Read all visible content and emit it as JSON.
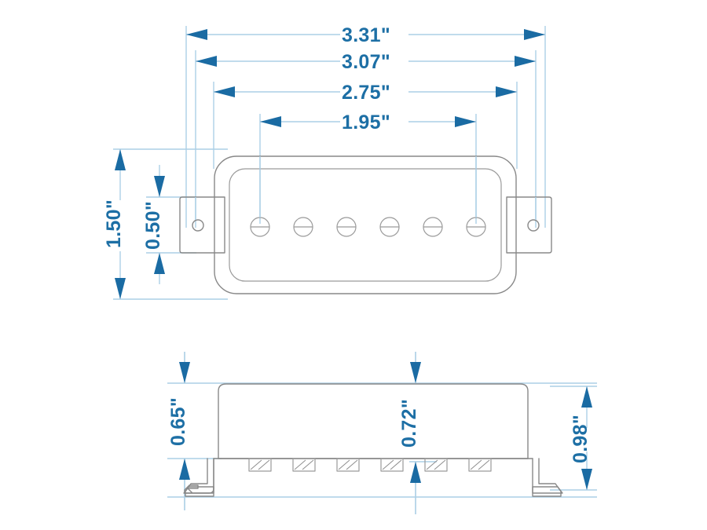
{
  "drawing": {
    "title": "Humbucker Pickup Cover Dimensional Drawing",
    "units": "inches",
    "colors": {
      "dimension_text": "#1d6fa5",
      "arrow": "#1a6ba3",
      "extension_line": "#accfe6",
      "part_outline": "#888888",
      "background": "#ffffff"
    },
    "views": [
      {
        "name": "top-view",
        "label": ""
      },
      {
        "name": "side-view",
        "label": ""
      }
    ],
    "dimensions": {
      "overall_width": "3.31\"",
      "mounting_hole_span": "3.07\"",
      "cover_width": "2.75\"",
      "pole_span": "1.95\"",
      "overall_height": "1.50\"",
      "tab_offset": "0.50\"",
      "cover_depth": "0.65\"",
      "baseplate_depth": "0.72\"",
      "total_depth": "0.98\""
    },
    "features": {
      "pole_screw_count": 6,
      "mounting_tab_count": 2,
      "mounting_hole_count": 2,
      "pole_slot_count": 6,
      "mounting_leg_count": 2
    }
  }
}
